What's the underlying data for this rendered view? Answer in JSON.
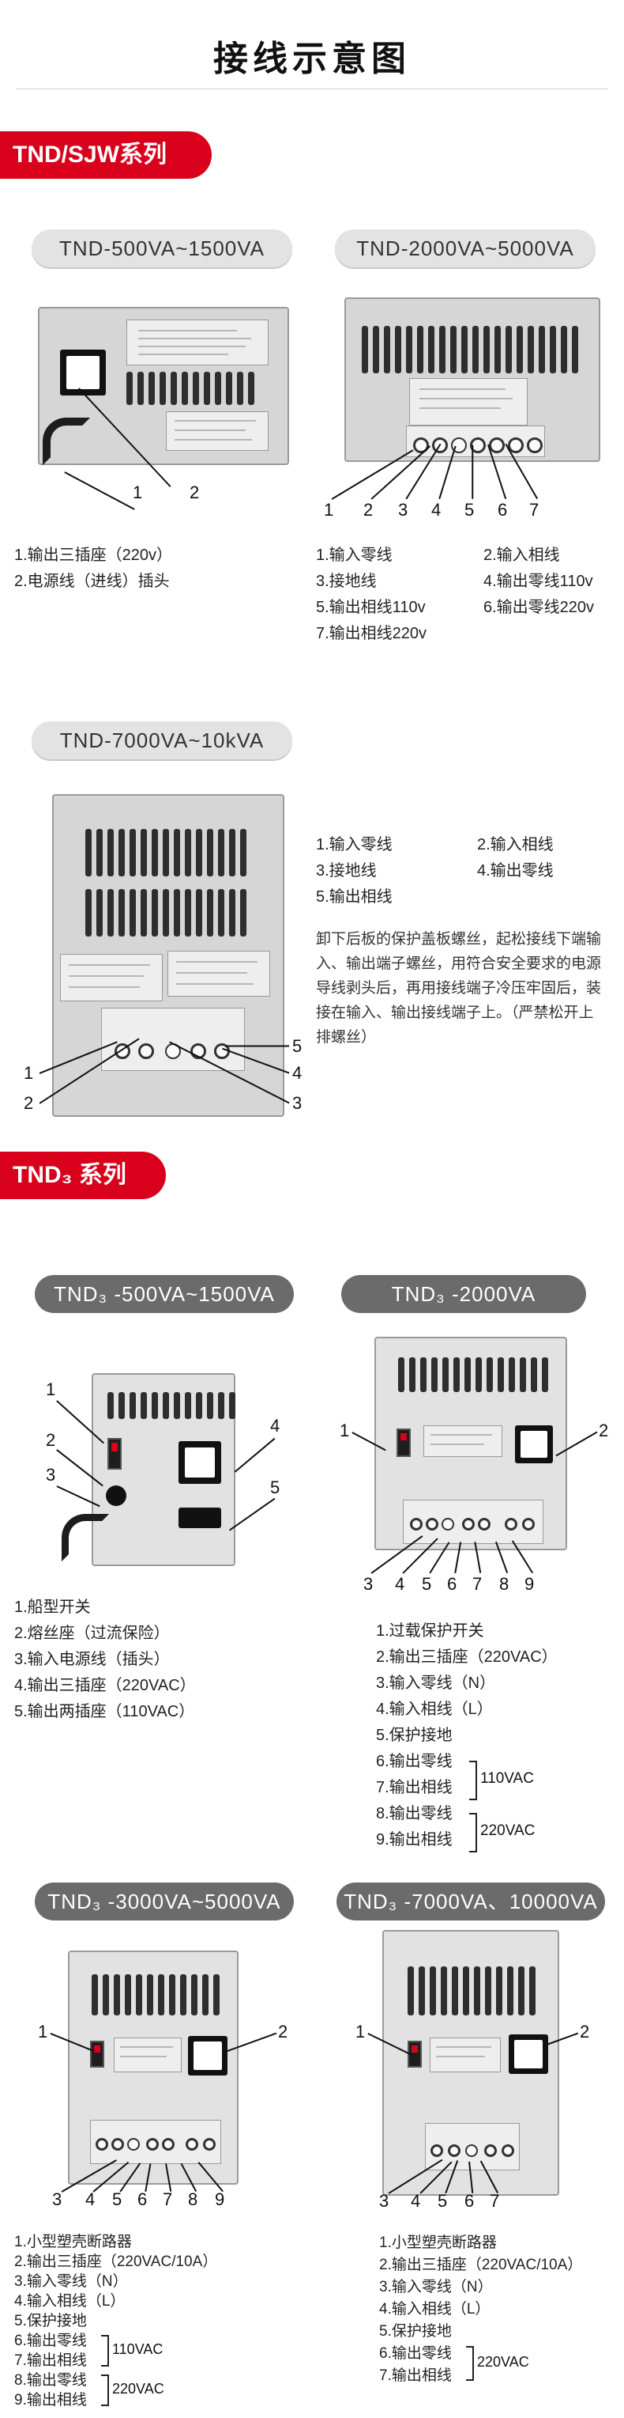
{
  "page": {
    "title": "接线示意图"
  },
  "series": [
    {
      "banner": "TND/SJW系列"
    },
    {
      "banner": "TND₃ 系列"
    }
  ],
  "tnd": {
    "d1": {
      "pill": "TND-500VA~1500VA",
      "callouts": [
        "1",
        "2"
      ],
      "items": [
        "1.输出三插座（220v）",
        "2.电源线（进线）插头"
      ]
    },
    "d2": {
      "pill": "TND-2000VA~5000VA",
      "callouts": [
        "1",
        "2",
        "3",
        "4",
        "5",
        "6",
        "7"
      ],
      "items_left": [
        "1.输入零线",
        "3.接地线",
        "5.输出相线110v",
        "7.输出相线220v"
      ],
      "items_right": [
        "2.输入相线",
        "4.输出零线110v",
        "6.输出零线220v"
      ]
    },
    "d3": {
      "pill": "TND-7000VA~10kVA",
      "callouts_left": [
        "1",
        "2"
      ],
      "callouts_right": [
        "5",
        "4",
        "3"
      ],
      "items_left": [
        "1.输入零线",
        "3.接地线",
        "5.输出相线"
      ],
      "items_right": [
        "2.输入相线",
        "4.输出零线"
      ],
      "description": "卸下后板的保护盖板螺丝，起松接线下端输入、输出端子螺丝，用符合安全要求的电源导线剥头后，再用接线端子冷压牢固后，装接在输入、输出接线端子上。（严禁松开上排螺丝）"
    }
  },
  "tnd3": {
    "d1": {
      "pill": "TND₃ -500VA~1500VA",
      "callouts_left": [
        "1",
        "2",
        "3"
      ],
      "callouts_right": [
        "4",
        "5"
      ],
      "items": [
        "1.船型开关",
        "2.熔丝座（过流保险）",
        "3.输入电源线（插头）",
        "4.输出三插座（220VAC）",
        "5.输出两插座（110VAC）"
      ]
    },
    "d2": {
      "pill": "TND₃ -2000VA",
      "callouts_top": [
        "1",
        "2"
      ],
      "callouts_bottom": [
        "3",
        "4",
        "5",
        "6",
        "7",
        "8",
        "9"
      ],
      "items": [
        "1.过载保护开关",
        "2.输出三插座（220VAC）",
        "3.输入零线（N）",
        "4.输入相线（L）",
        "5.保护接地",
        "6.输出零线",
        "7.输出相线",
        "8.输出零线",
        "9.输出相线"
      ],
      "brace1": "110VAC",
      "brace2": "220VAC"
    },
    "d3": {
      "pill": "TND₃ -3000VA~5000VA",
      "callouts_top": [
        "1",
        "2"
      ],
      "callouts_bottom": [
        "3",
        "4",
        "5",
        "6",
        "7",
        "8",
        "9"
      ],
      "items": [
        "1.小型塑壳断路器",
        "2.输出三插座（220VAC/10A）",
        "3.输入零线（N）",
        "4.输入相线（L）",
        "5.保护接地",
        "6.输出零线",
        "7.输出相线",
        "8.输出零线",
        "9.输出相线"
      ],
      "brace1": "110VAC",
      "brace2": "220VAC"
    },
    "d4": {
      "pill": "TND₃ -7000VA、10000VA",
      "callouts_top": [
        "1",
        "2"
      ],
      "callouts_bottom": [
        "3",
        "4",
        "5",
        "6",
        "7"
      ],
      "items": [
        "1.小型塑壳断路器",
        "2.输出三插座（220VAC/10A）",
        "3.输入零线（N）",
        "4.输入相线（L）",
        "5.保护接地",
        "6.输出零线",
        "7.输出相线"
      ],
      "brace1": "220VAC"
    }
  },
  "colors": {
    "accent": "#d9001b",
    "pill_dark": "#6b6b6b",
    "pill_light": "#e3e3e3"
  }
}
